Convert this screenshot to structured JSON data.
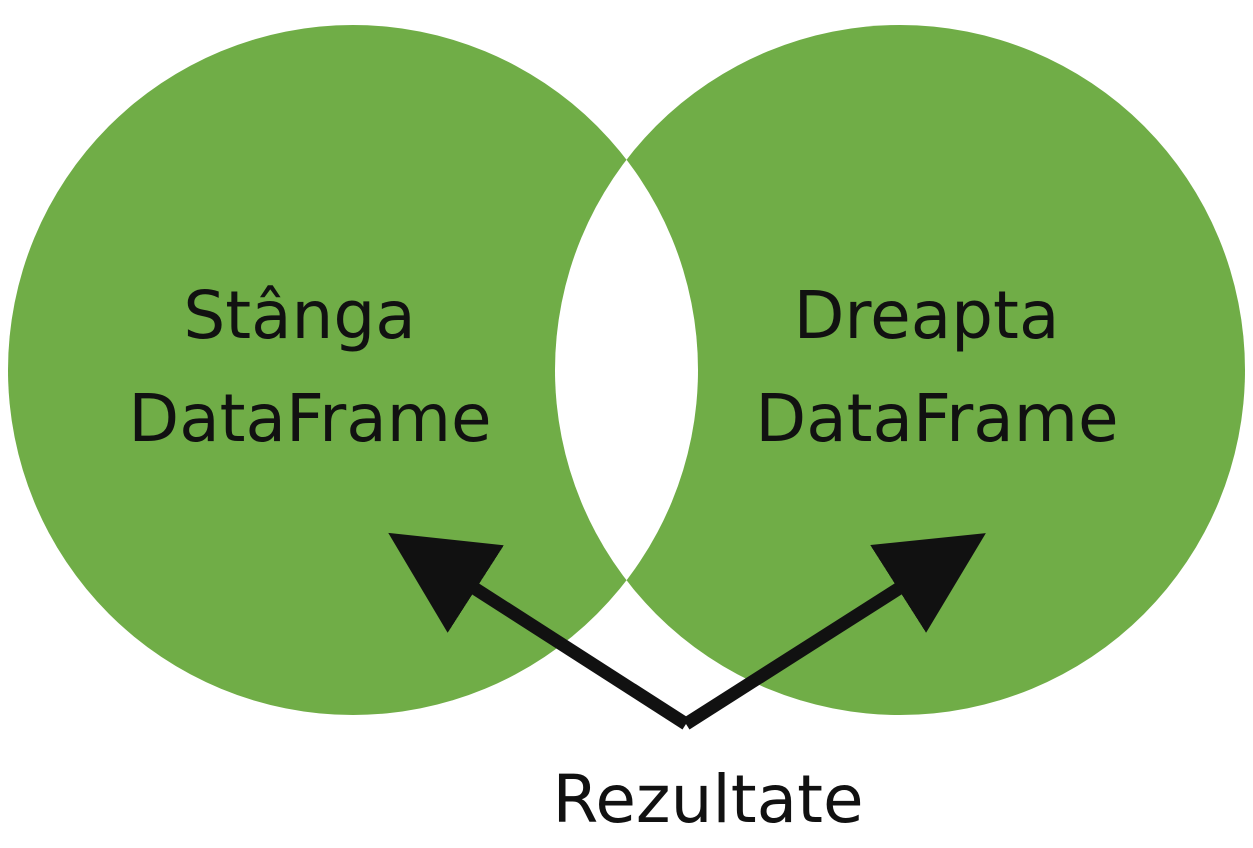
{
  "diagram": {
    "left_set": {
      "line1": "Stânga",
      "line2": "DataFrame"
    },
    "right_set": {
      "line1": "Dreapta",
      "line2": "DataFrame"
    },
    "result_label": "Rezultate",
    "colors": {
      "circle_fill": "#70AD47",
      "intersection_fill": "#FFFFFF",
      "arrow": "#111111",
      "text": "#111111"
    }
  }
}
